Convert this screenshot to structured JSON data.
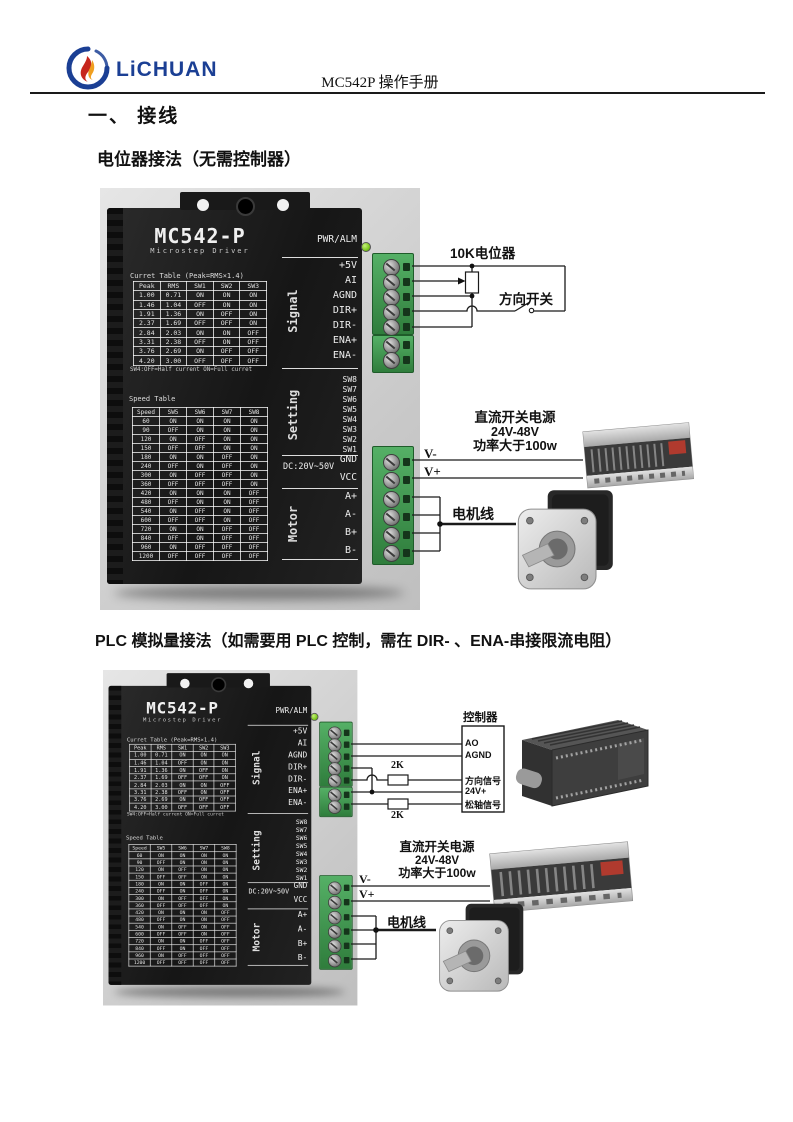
{
  "header": {
    "logo_brand": "LiCHUAN",
    "doc_title": "MC542P 操作手册"
  },
  "headings": {
    "section1": "一、 接线",
    "sub_potentiometer": "电位器接法（无需控制器）",
    "sub_plc": "PLC 模拟量接法（如需要用 PLC 控制，需在 DIR- 、ENA-串接限流电阻）"
  },
  "driver": {
    "model": "MC542-P",
    "subtitle": "Microstep Driver",
    "pwr_alm_label": "PWR/ALM",
    "current_table": {
      "title": "Curret Table (Peak=RMS×1.4)",
      "headers": [
        "Peak",
        "RMS",
        "SW1",
        "SW2",
        "SW3"
      ],
      "rows": [
        [
          "1.00",
          "0.71",
          "ON",
          "ON",
          "ON"
        ],
        [
          "1.46",
          "1.04",
          "OFF",
          "ON",
          "ON"
        ],
        [
          "1.91",
          "1.36",
          "ON",
          "OFF",
          "ON"
        ],
        [
          "2.37",
          "1.69",
          "OFF",
          "OFF",
          "ON"
        ],
        [
          "2.84",
          "2.03",
          "ON",
          "ON",
          "OFF"
        ],
        [
          "3.31",
          "2.38",
          "OFF",
          "ON",
          "OFF"
        ],
        [
          "3.76",
          "2.69",
          "ON",
          "OFF",
          "OFF"
        ],
        [
          "4.20",
          "3.00",
          "OFF",
          "OFF",
          "OFF"
        ]
      ],
      "note": "SW4:OFF=Half current ON=Full curret"
    },
    "speed_table": {
      "title": "Speed Table",
      "headers": [
        "Speed",
        "SW5",
        "SW6",
        "SW7",
        "SW8"
      ],
      "rows": [
        [
          "60",
          "ON",
          "ON",
          "ON",
          "ON"
        ],
        [
          "90",
          "OFF",
          "ON",
          "ON",
          "ON"
        ],
        [
          "120",
          "ON",
          "OFF",
          "ON",
          "ON"
        ],
        [
          "150",
          "OFF",
          "OFF",
          "ON",
          "ON"
        ],
        [
          "180",
          "ON",
          "ON",
          "OFF",
          "ON"
        ],
        [
          "240",
          "OFF",
          "ON",
          "OFF",
          "ON"
        ],
        [
          "300",
          "ON",
          "OFF",
          "OFF",
          "ON"
        ],
        [
          "360",
          "OFF",
          "OFF",
          "OFF",
          "ON"
        ],
        [
          "420",
          "ON",
          "ON",
          "ON",
          "OFF"
        ],
        [
          "480",
          "OFF",
          "ON",
          "ON",
          "OFF"
        ],
        [
          "540",
          "ON",
          "OFF",
          "ON",
          "OFF"
        ],
        [
          "600",
          "OFF",
          "OFF",
          "ON",
          "OFF"
        ],
        [
          "720",
          "ON",
          "ON",
          "OFF",
          "OFF"
        ],
        [
          "840",
          "OFF",
          "ON",
          "OFF",
          "OFF"
        ],
        [
          "960",
          "ON",
          "OFF",
          "OFF",
          "OFF"
        ],
        [
          "1200",
          "OFF",
          "OFF",
          "OFF",
          "OFF"
        ]
      ]
    },
    "signal_group": "Signal",
    "signal_pins": [
      "+5V",
      "AI",
      "AGND",
      "DIR+",
      "DIR-",
      "ENA+",
      "ENA-"
    ],
    "setting_group": "Setting",
    "setting_pins": [
      "SW8",
      "SW7",
      "SW6",
      "SW5",
      "SW4",
      "SW3",
      "SW2",
      "SW1"
    ],
    "dc_label": "DC:20V~50V",
    "power_pins": [
      "GND",
      "VCC"
    ],
    "motor_group": "Motor",
    "motor_pins": [
      "A+",
      "A-",
      "B+",
      "B-"
    ]
  },
  "diagram1": {
    "pot_label": "10K电位器",
    "switch_label": "方向开关",
    "psu_lines": [
      "直流开关电源",
      "24V-48V",
      "功率大于100w"
    ],
    "v_minus": "V-",
    "v_plus": "V+",
    "motor_cable_label": "电机线"
  },
  "diagram2": {
    "controller_label": "控制器",
    "controller_pins": [
      "AO",
      "AGND",
      "方向信号",
      "24V+",
      "松轴信号"
    ],
    "resistor_top_label": "2K",
    "resistor_bottom_label": "2K",
    "psu_lines": [
      "直流开关电源",
      "24V-48V",
      "功率大于100w"
    ],
    "v_minus": "V-",
    "v_plus": "V+",
    "motor_cable_label": "电机线"
  },
  "colors": {
    "brand_blue": "#1b3f94",
    "logo_red": "#c6261d",
    "logo_orange": "#f09f1f",
    "terminal_green": "#3d9a4e",
    "driver_black": "#1c1c1c",
    "led_green": "#7ec820"
  }
}
